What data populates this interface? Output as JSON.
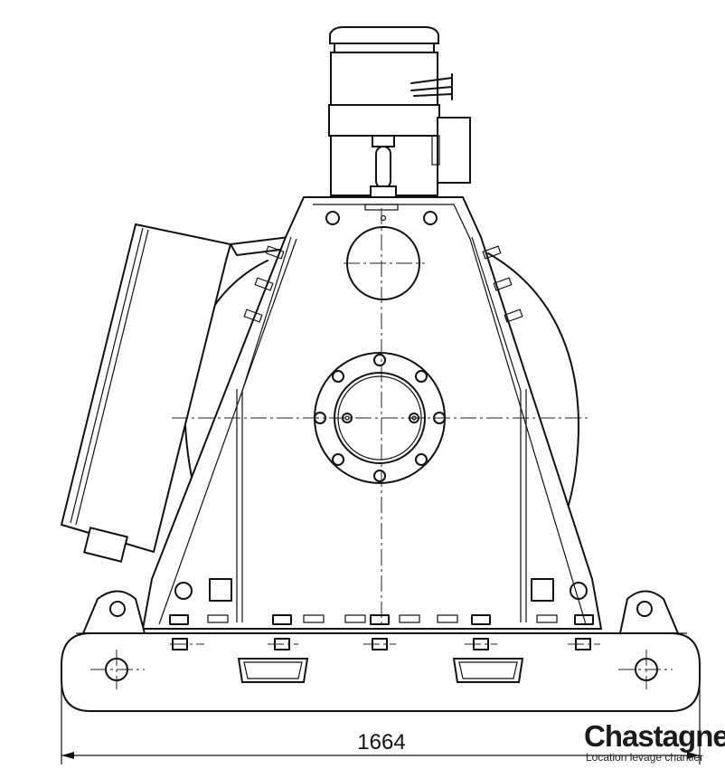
{
  "dimension": {
    "width_label": "1664"
  },
  "brand": {
    "name": "Chastagner",
    "tagline": "Location levage  chantier"
  },
  "colors": {
    "line": "#111111",
    "background": "#ffffff",
    "brand_accent": "#d2232a"
  }
}
